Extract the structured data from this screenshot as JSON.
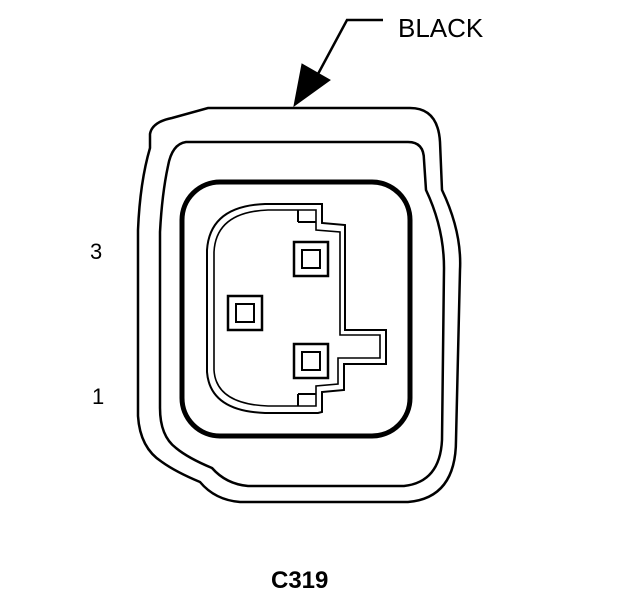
{
  "connector": {
    "id": "C319",
    "color_label": "BLACK",
    "pin_labels": [
      "3",
      "1"
    ]
  },
  "colors": {
    "stroke": "#000000",
    "background": "#ffffff"
  }
}
